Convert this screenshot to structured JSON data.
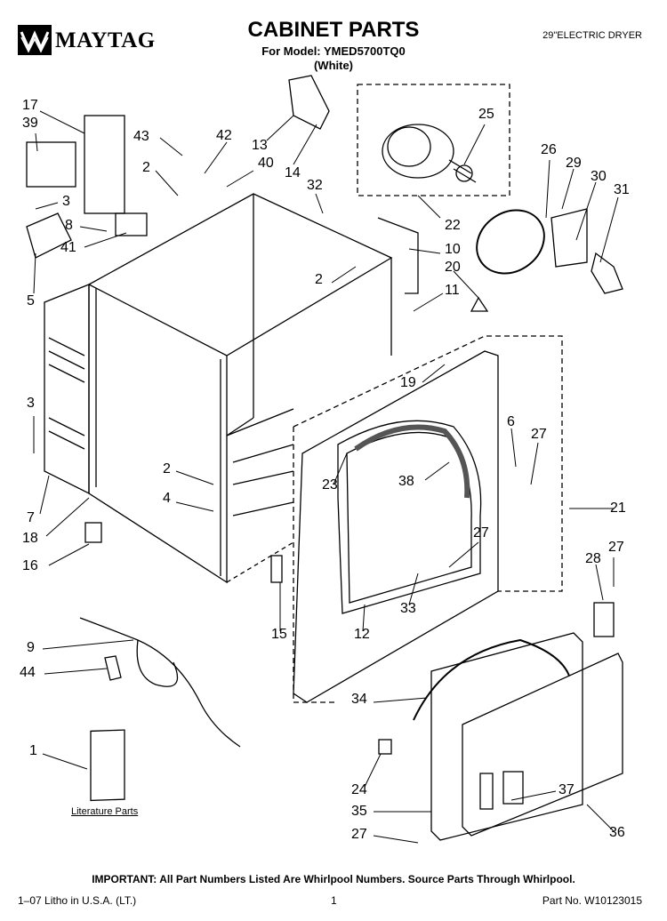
{
  "header": {
    "brand": "MAYTAG",
    "title": "CABINET PARTS",
    "model_line": "For Model: YMED5700TQ0",
    "color_line": "(White)",
    "product_type": "29\"ELECTRIC DRYER"
  },
  "callouts": [
    "17",
    "39",
    "43",
    "42",
    "13",
    "14",
    "25",
    "2",
    "40",
    "32",
    "22",
    "26",
    "29",
    "30",
    "31",
    "3",
    "8",
    "41",
    "5",
    "10",
    "20",
    "11",
    "2",
    "19",
    "3",
    "6",
    "27",
    "23",
    "38",
    "2",
    "4",
    "21",
    "7",
    "18",
    "16",
    "27",
    "15",
    "12",
    "33",
    "28",
    "27",
    "9",
    "44",
    "34",
    "1",
    "24",
    "37",
    "35",
    "36",
    "27"
  ],
  "literature_label": "Literature Parts",
  "footer": {
    "important": "IMPORTANT: All Part Numbers Listed Are Whirlpool Numbers. Source Parts Through Whirlpool.",
    "litho": "1–07 Litho in U.S.A. (LT.)",
    "page": "1",
    "part_no": "Part No. W10123015"
  }
}
